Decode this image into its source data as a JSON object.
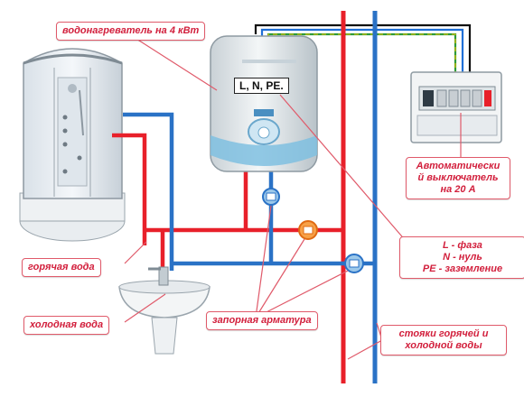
{
  "labels": {
    "heater": "водонагреватель на 4 кВт",
    "heater_plate": "L, N, PE.",
    "breaker": [
      "Автоматически",
      "й выключатель",
      "на 20 А"
    ],
    "wires": [
      "L - фаза",
      "N - нуль",
      "PE - заземление"
    ],
    "hot_water": "горячая вода",
    "cold_water": "холодная вода",
    "valves": "запорная арматура",
    "risers": [
      "стояки горячей и",
      "холодной воды"
    ]
  },
  "colors": {
    "hot_pipe": "#e8202a",
    "cold_pipe": "#2a72c6",
    "callout_text": "#d21f3c",
    "callout_border": "#e05a6a",
    "wire_black": "#111111",
    "wire_blue": "#1f6fd6",
    "wire_green": "#2e9a3a",
    "wire_yellow": "#e9c400"
  },
  "icons": {
    "shower": "shower-cabin-icon",
    "heater": "water-heater-icon",
    "sink": "washbasin-icon",
    "faucet": "faucet-icon",
    "panel": "electrical-panel-icon",
    "valve_hot": "hot-valve-icon",
    "valve_cold": "cold-valve-icon"
  }
}
